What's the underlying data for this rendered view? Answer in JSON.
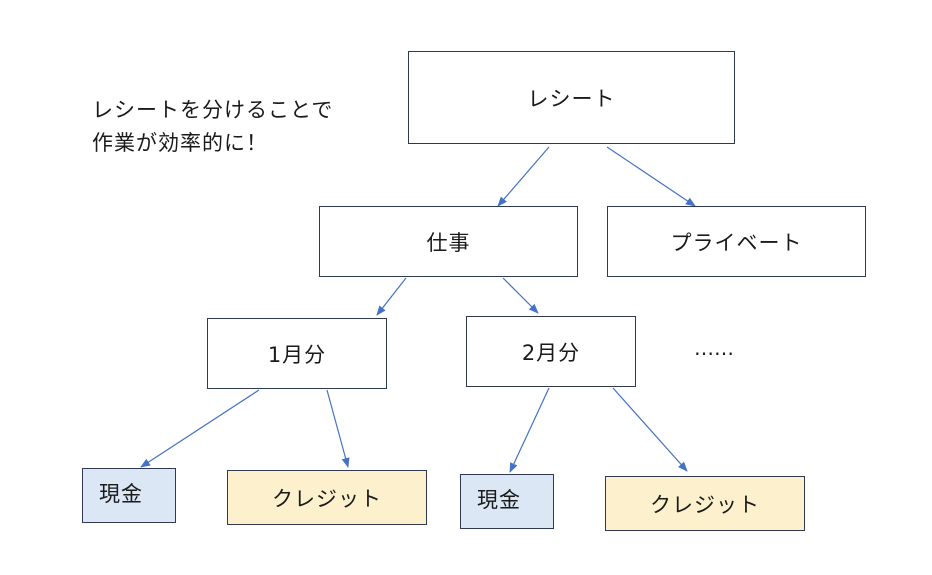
{
  "caption": {
    "line1": "レシートを分けることで",
    "line2": "作業が効率的に！"
  },
  "nodes": {
    "root": "レシート",
    "work": "仕事",
    "private": "プライベート",
    "jan": "1月分",
    "feb": "2月分",
    "more": "……",
    "jan_cash": "現金",
    "jan_credit": "クレジット",
    "feb_cash": "現金",
    "feb_credit": "クレジット"
  },
  "colors": {
    "arrow": "#4472c4",
    "cash_fill": "#dbe7f4",
    "credit_fill": "#fdf1cd",
    "border": "#2f3a52"
  }
}
